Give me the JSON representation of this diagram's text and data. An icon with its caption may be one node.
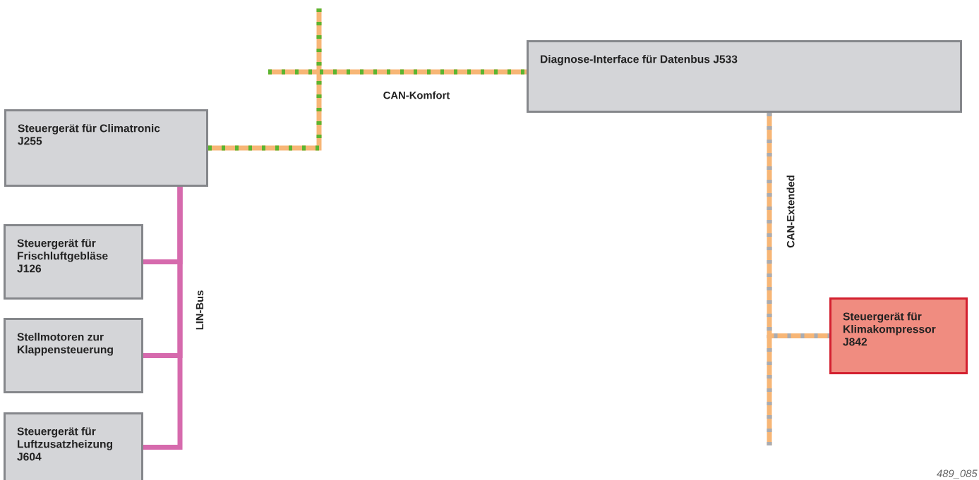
{
  "diagram": {
    "nodes": [
      {
        "text": [
          "Steuergerät für Climatronic J255"
        ]
      },
      {
        "text": [
          "Diagnose-Interface für Datenbus J533"
        ]
      },
      {
        "text": [
          "Steuergerät für Frischluftgebläse J126"
        ]
      },
      {
        "text": [
          "Stellmotoren zur Klappensteuerung"
        ]
      },
      {
        "text": [
          "Steuergerät für Luftzusatzheizung J604"
        ]
      },
      {
        "text": [
          "Steuergerät für Klimakompressor J842"
        ]
      }
    ],
    "edges": [
      {
        "from": 0,
        "to": 1,
        "arrow": "none",
        "color": "#f7b676"
      },
      {
        "from": 0,
        "to": 2,
        "arrow": "none",
        "color": "#d66aad"
      },
      {
        "from": 0,
        "to": 3,
        "arrow": "none",
        "color": "#d66aad"
      },
      {
        "from": 0,
        "to": 4,
        "arrow": "none",
        "color": "#d66aad"
      },
      {
        "from": 1,
        "to": 5,
        "arrow": "none",
        "color": "#f7b676"
      }
    ],
    "labels": [
      "CAN-Komfort",
      "CAN-Extended",
      "LIN-Bus",
      "489_085"
    ]
  }
}
